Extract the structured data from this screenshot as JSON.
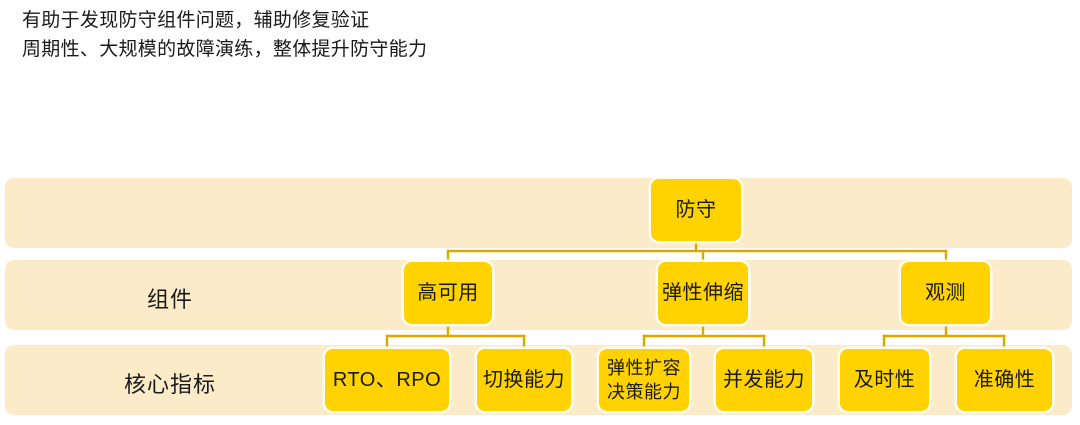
{
  "heading": {
    "line1": "有助于发现防守组件问题，辅助修复验证",
    "line2": "周期性、大规模的故障演练，整体提升防守能力"
  },
  "diagram": {
    "colors": {
      "band": "#FCEBC9",
      "node": "#FFD200",
      "connector": "#D8A900",
      "text": "#1A1A1A",
      "page_background": "#FFFFFF"
    },
    "rows": [
      {
        "label": "",
        "level": 1
      },
      {
        "label": "组件",
        "level": 2
      },
      {
        "label": "核心指标",
        "level": 3
      }
    ],
    "row_labels": {
      "components": "组件",
      "core_metrics": "核心指标"
    },
    "nodes": {
      "root": "防守",
      "level2": [
        {
          "id": "ha",
          "label": "高可用"
        },
        {
          "id": "scale",
          "label": "弹性伸缩"
        },
        {
          "id": "observability",
          "label": "观测"
        }
      ],
      "level3": [
        {
          "id": "rto-rpo",
          "label": "RTO、RPO",
          "parent": "ha"
        },
        {
          "id": "switch-capability",
          "label": "切换能力",
          "parent": "ha"
        },
        {
          "id": "capacity-decision",
          "label": "弹性扩容\n决策能力",
          "line1": "弹性扩容",
          "line2": "决策能力",
          "parent": "scale"
        },
        {
          "id": "concurrency",
          "label": "并发能力",
          "parent": "scale"
        },
        {
          "id": "timeliness",
          "label": "及时性",
          "parent": "observability"
        },
        {
          "id": "accuracy",
          "label": "准确性",
          "parent": "observability"
        }
      ]
    }
  }
}
